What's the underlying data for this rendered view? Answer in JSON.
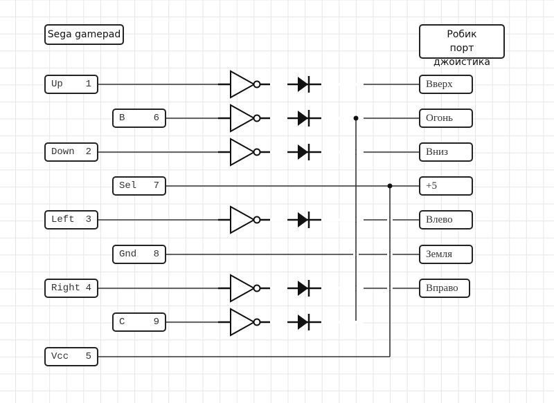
{
  "left_header": "Sega gamepad",
  "right_header": [
    "Робик",
    "порт джойстика"
  ],
  "left_pins": [
    {
      "name": "Up",
      "pin": "1"
    },
    {
      "name": "B",
      "pin": "6"
    },
    {
      "name": "Down",
      "pin": "2"
    },
    {
      "name": "Sel",
      "pin": "7"
    },
    {
      "name": "Left",
      "pin": "3"
    },
    {
      "name": "Gnd",
      "pin": "8"
    },
    {
      "name": "Right",
      "pin": "4"
    },
    {
      "name": "C",
      "pin": "9"
    },
    {
      "name": "Vcc",
      "pin": "5"
    }
  ],
  "right_pins": [
    "Вверх",
    "Огонь",
    "Вниз",
    "+5",
    "Влево",
    "Земля",
    "Вправо"
  ],
  "connections": [
    {
      "from": "Up 1",
      "to": "Вверх",
      "inverter": true,
      "diode": true
    },
    {
      "from": "B 6",
      "to": "Огонь",
      "inverter": true,
      "diode": true
    },
    {
      "from": "Down 2",
      "to": "Вниз",
      "inverter": true,
      "diode": true
    },
    {
      "from": "Sel 7",
      "to": "+5",
      "inverter": false,
      "diode": false
    },
    {
      "from": "Left 3",
      "to": "Влево",
      "inverter": true,
      "diode": true
    },
    {
      "from": "Gnd 8",
      "to": "Земля",
      "inverter": false,
      "diode": false
    },
    {
      "from": "Right 4",
      "to": "Вправо",
      "inverter": true,
      "diode": true
    },
    {
      "from": "C 9",
      "to": "Огонь",
      "inverter": true,
      "diode": true
    },
    {
      "from": "Vcc 5",
      "to": "+5",
      "inverter": false,
      "diode": false
    }
  ]
}
